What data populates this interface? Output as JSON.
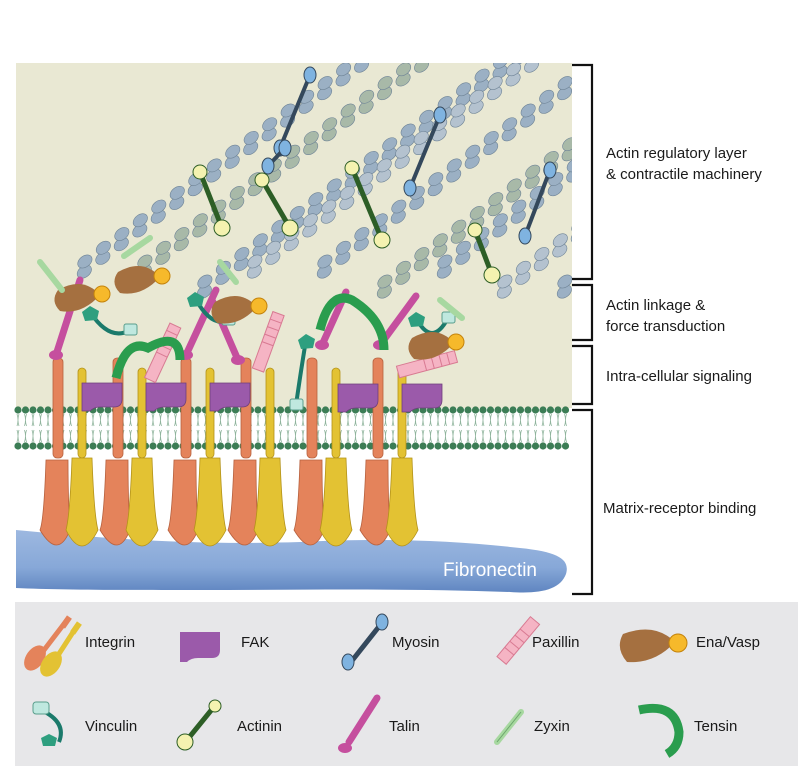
{
  "diagram": {
    "substrate_label": "Fibronectin",
    "layers": [
      {
        "id": "actin-regulatory",
        "line1": "Actin regulatory layer",
        "line2": "& contractile machinery"
      },
      {
        "id": "actin-linkage",
        "line1": "Actin linkage &",
        "line2": "force transduction"
      },
      {
        "id": "intracellular-signaling",
        "line1": "Intra-cellular signaling",
        "line2": ""
      },
      {
        "id": "matrix-receptor",
        "line1": "Matrix-receptor binding",
        "line2": ""
      }
    ]
  },
  "legend": {
    "items": [
      {
        "id": "integrin",
        "label": "Integrin",
        "icon": "integrin-icon"
      },
      {
        "id": "fak",
        "label": "FAK",
        "icon": "fak-icon"
      },
      {
        "id": "myosin",
        "label": "Myosin",
        "icon": "myosin-icon"
      },
      {
        "id": "paxillin",
        "label": "Paxillin",
        "icon": "paxillin-icon"
      },
      {
        "id": "ena-vasp",
        "label": "Ena/Vasp",
        "icon": "ena-vasp-icon"
      },
      {
        "id": "vinculin",
        "label": "Vinculin",
        "icon": "vinculin-icon"
      },
      {
        "id": "actinin",
        "label": "Actinin",
        "icon": "actinin-icon"
      },
      {
        "id": "talin",
        "label": "Talin",
        "icon": "talin-icon"
      },
      {
        "id": "zyxin",
        "label": "Zyxin",
        "icon": "zyxin-icon"
      },
      {
        "id": "tensin",
        "label": "Tensin",
        "icon": "tensin-icon"
      }
    ]
  },
  "colors": {
    "background": "#e9e8d3",
    "actin": "#9bb0c4",
    "integrin_alpha": "#e4835b",
    "integrin_beta": "#e3c233",
    "fak": "#9b5aaa",
    "myosin": "#34485c",
    "paxillin": "#f5b4c4",
    "ena_vasp": "#a57040",
    "vinculin": "#2e9f7f",
    "actinin": "#2d5e26",
    "talin": "#c54f9e",
    "zyxin": "#a7d8a0",
    "tensin": "#2a9d4e",
    "fibronectin": "#87a8d8",
    "membrane": "#3c7d55"
  }
}
